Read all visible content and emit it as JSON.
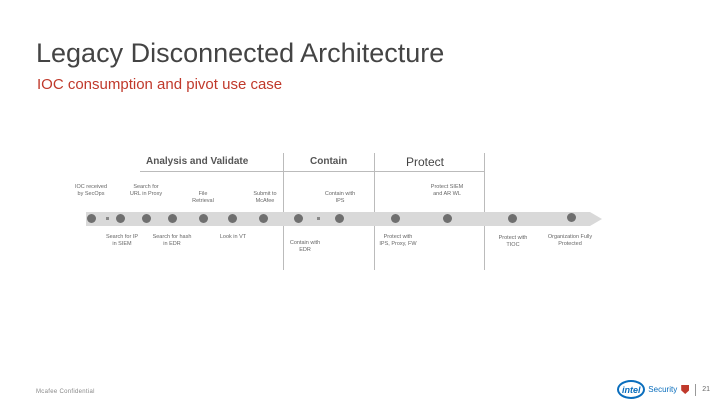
{
  "slide": {
    "title": "Legacy Disconnected Architecture",
    "subtitle": "IOC consumption and pivot use case",
    "footer_left": "Mcafee Confidential",
    "page_number": "21"
  },
  "phases": {
    "analysis": "Analysis and Validate",
    "contain": "Contain",
    "protect": "Protect"
  },
  "above_labels": {
    "ioc_received": "IOC received by SecOps",
    "search_url": "Search for URL in Proxy",
    "file_retrieval": "File Retrieval",
    "submit_mcafee": "Submit to McAfee",
    "contain_ips": "Contain with IPS",
    "protect_siem": "Protect SIEM and AR WL"
  },
  "below_labels": {
    "search_siem": "Search for IP in SIEM",
    "search_edr": "Search for hash in EDR",
    "look_vt": "Look in VT",
    "contain_edr": "Contain with EDR",
    "protect_ips": "Protect with IPS, Proxy, FW",
    "protect_ioc": "Protect with TIOC",
    "fully_protected": "Organization Fully Protected"
  },
  "logo": {
    "brand": "intel",
    "security": "Security"
  },
  "colors": {
    "accent": "#c0392b",
    "arrow": "#d9d9d9",
    "dot": "#6f6f6f",
    "logo_blue": "#0a6ebd"
  }
}
